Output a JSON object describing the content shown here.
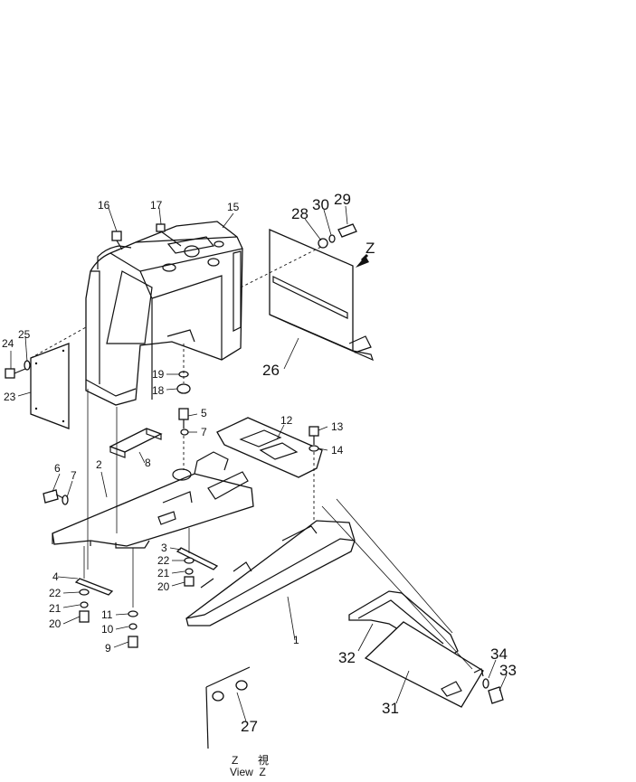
{
  "labels": {
    "p1": "1",
    "p2": "2",
    "p3": "3",
    "p4": "4",
    "p5": "5",
    "p6": "6",
    "p7a": "7",
    "p7b": "7",
    "p8": "8",
    "p9": "9",
    "p10": "10",
    "p11": "11",
    "p12": "12",
    "p13": "13",
    "p14": "14",
    "p15": "15",
    "p16": "16",
    "p17": "17",
    "p18": "18",
    "p19": "19",
    "p20a": "20",
    "p20b": "20",
    "p21a": "21",
    "p21b": "21",
    "p22a": "22",
    "p22b": "22",
    "p23": "23",
    "p24": "24",
    "p25": "25",
    "p26": "26",
    "p27": "27",
    "p28": "28",
    "p29": "29",
    "p30": "30",
    "p31": "31",
    "p32": "32",
    "p33": "33",
    "p34": "34",
    "z_arrow": "Z"
  },
  "view_caption": {
    "line1_letter": "Z",
    "line1_kanji": "視",
    "line2": "View  Z"
  }
}
